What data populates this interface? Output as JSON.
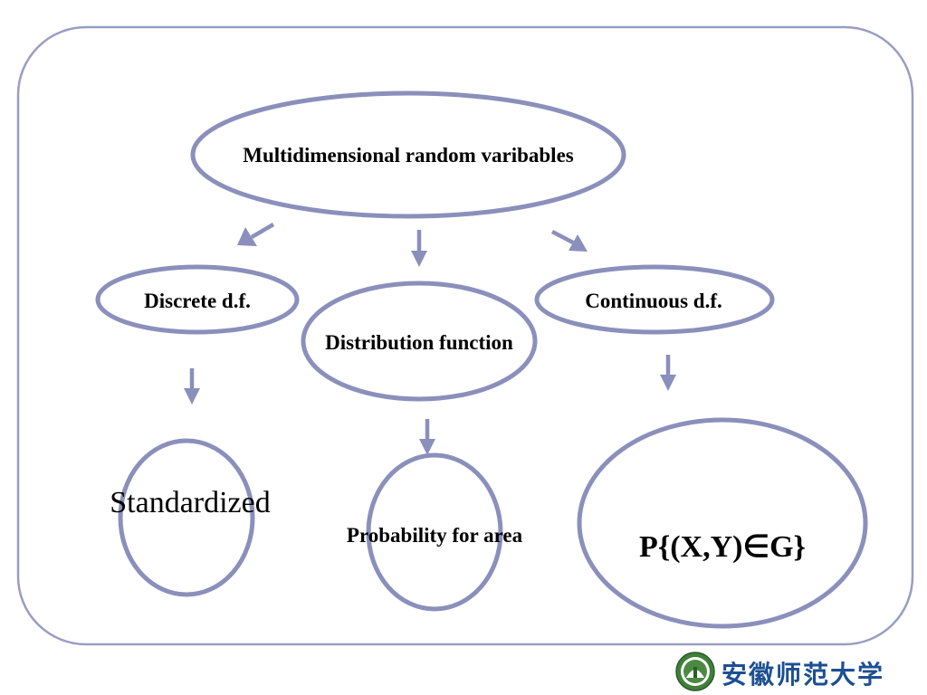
{
  "diagram": {
    "nodes": {
      "root": "Multidimensional random varibables",
      "discrete": "Discrete d.f.",
      "distribution": "Distribution function",
      "continuous": "Continuous d.f.",
      "standardized": "Standardized",
      "probability": "Probability for area",
      "formula": "P{(X,Y)∈G}"
    },
    "edges": [
      {
        "from": "root",
        "to": "discrete"
      },
      {
        "from": "root",
        "to": "distribution"
      },
      {
        "from": "root",
        "to": "continuous"
      },
      {
        "from": "discrete",
        "to": "standardized"
      },
      {
        "from": "distribution",
        "to": "probability"
      },
      {
        "from": "continuous",
        "to": "formula"
      }
    ]
  },
  "logo": {
    "text": "安徽师范大学"
  },
  "colors": {
    "accent": "#8b8fbb",
    "frame": "#9a9dc2",
    "logo": "#1c4f93"
  }
}
